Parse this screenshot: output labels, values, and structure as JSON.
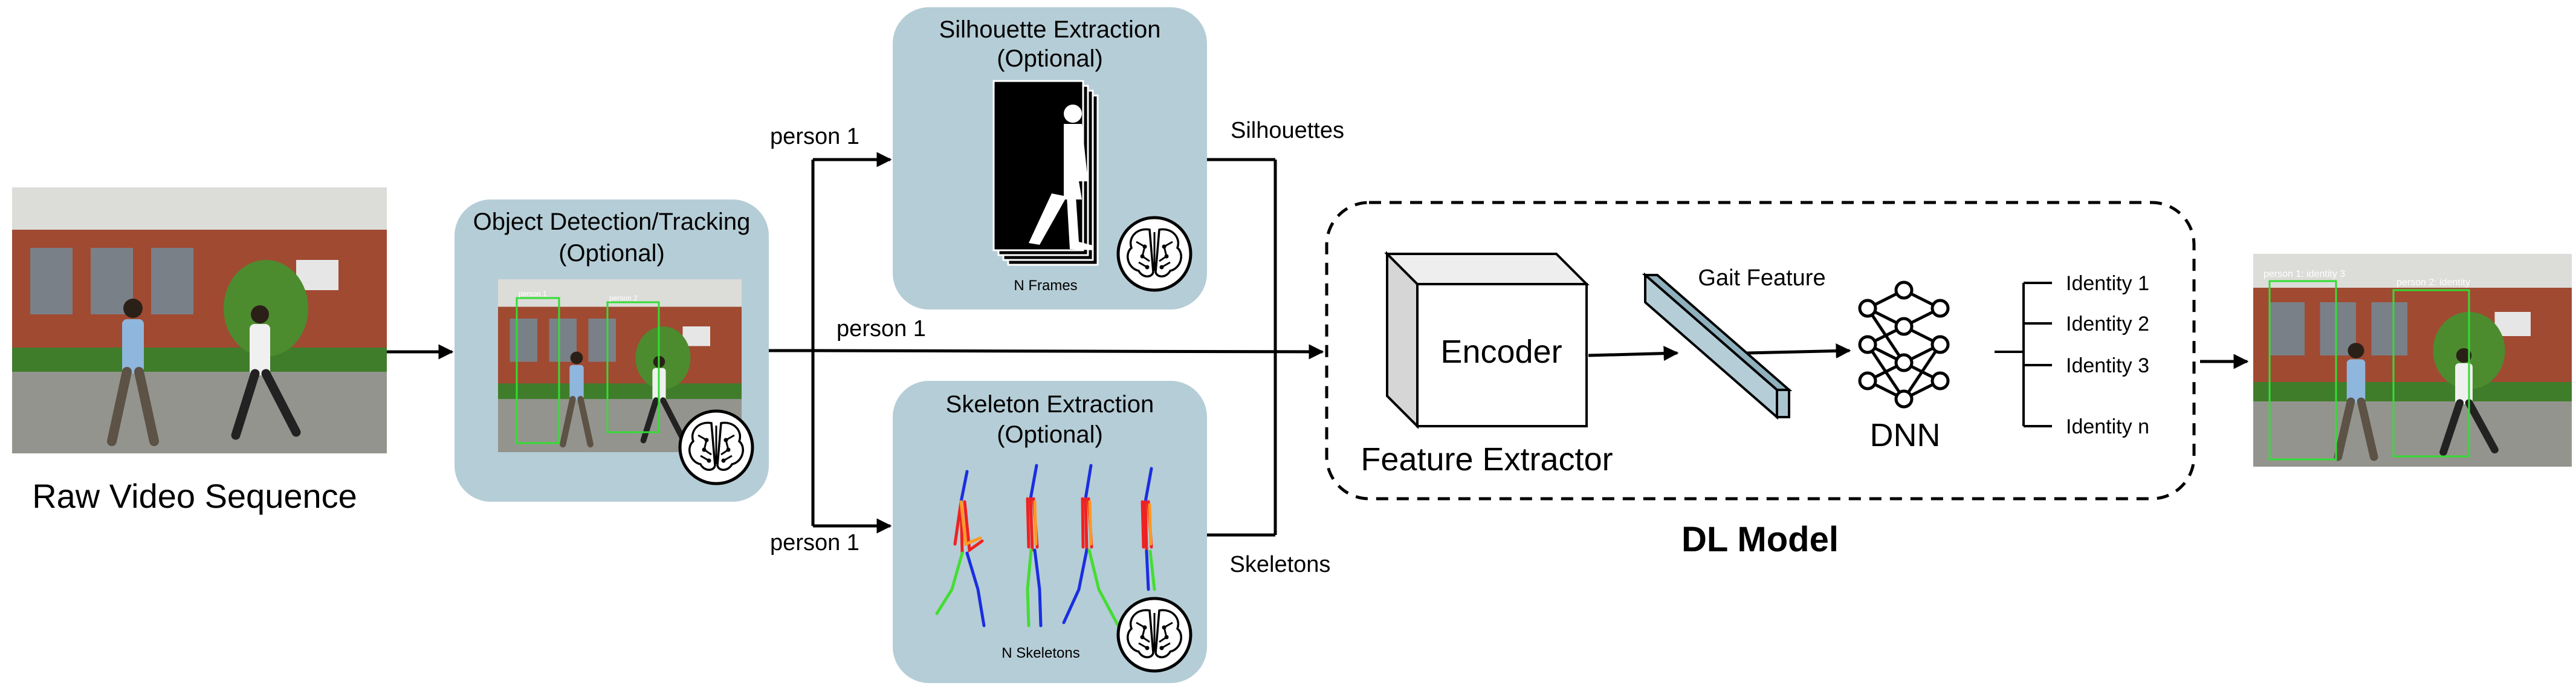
{
  "input": {
    "label": "Raw Video Sequence"
  },
  "detection": {
    "title_line1": "Object Detection/Tracking",
    "title_line2": "(Optional)",
    "box_label_1": "person 1",
    "box_label_2": "person 2"
  },
  "silhouette": {
    "title_line1": "Silhouette Extraction",
    "title_line2": "(Optional)",
    "caption": "N Frames",
    "output_label": "Silhouettes"
  },
  "skeleton": {
    "title_line1": "Skeleton Extraction",
    "title_line2": "(Optional)",
    "caption": "N Skeletons",
    "output_label": "Skeletons"
  },
  "routes": {
    "to_silhouette": "person 1",
    "direct": "person 1",
    "to_skeleton": "person 1"
  },
  "model": {
    "title": "DL Model",
    "encoder_label": "Encoder",
    "extractor_label": "Feature Extractor",
    "gait_feature_label": "Gait Feature",
    "dnn_label": "DNN",
    "identities": [
      "Identity 1",
      "Identity 2",
      "Identity 3",
      "Identity n"
    ]
  },
  "output": {
    "box_label_1": "person 1: identity 3",
    "box_label_2": "person 2: identity"
  },
  "colors": {
    "panel": "#b5cdd6",
    "prism": "#aac4cf",
    "box_green": "#33dd33",
    "skel_red": "#ee2222",
    "skel_orange": "#ff9922",
    "skel_blue": "#1a2fe0",
    "skel_green": "#44dd33"
  }
}
